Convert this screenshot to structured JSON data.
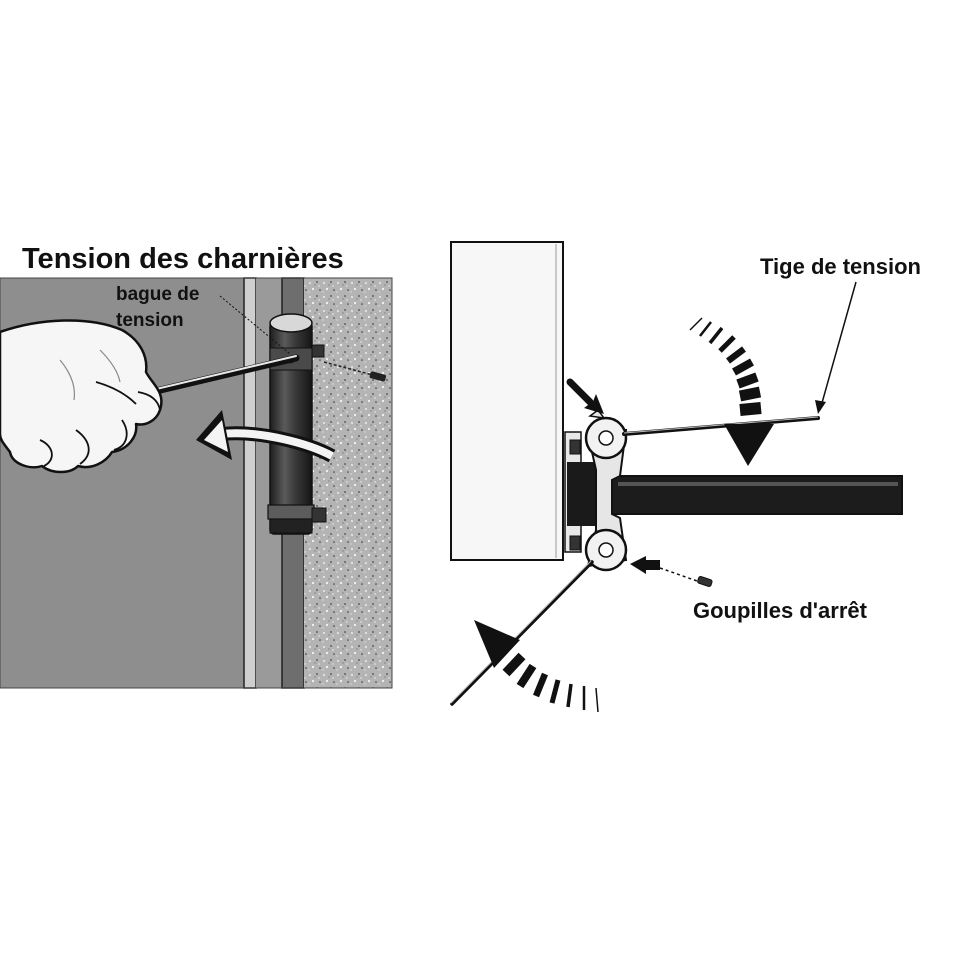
{
  "left_panel": {
    "title": "Tension des charnières",
    "ring_label_line1": "bague de",
    "ring_label_line2": "tension"
  },
  "right_panel": {
    "rod_label": "Tige de tension",
    "pins_label": "Goupilles d'arrêt"
  },
  "colors": {
    "door": "#8e8e8e",
    "wall_speckle": "#a8a8a8",
    "hinge_dark": "#2e2e2e",
    "ink": "#111111"
  }
}
